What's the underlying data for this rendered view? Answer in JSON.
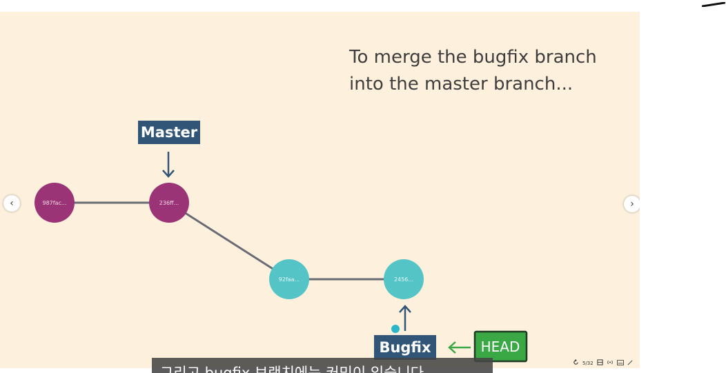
{
  "slide": {
    "caption_line1": "To merge the bugfix branch",
    "caption_line2": "into the master branch...",
    "colors": {
      "background": "#fdf0dc",
      "master_commit": "#9b3377",
      "bugfix_commit": "#54c4c7",
      "label_box": "#305577",
      "head_box": "#39a845",
      "head_arrow": "#39a845",
      "edge": "#686a74"
    }
  },
  "diagram": {
    "commits": [
      {
        "id": "c1",
        "label": "987fac...",
        "branch": "master"
      },
      {
        "id": "c2",
        "label": "236ff...",
        "branch": "master"
      },
      {
        "id": "c3",
        "label": "92faa...",
        "branch": "bugfix"
      },
      {
        "id": "c4",
        "label": "2456...",
        "branch": "bugfix"
      }
    ],
    "labels": {
      "master": "Master",
      "bugfix": "Bugfix",
      "head": "HEAD"
    }
  },
  "subtitle": {
    "text": "그리고 bugfix 브랜치에는 커밋이 있습니다"
  },
  "controls": {
    "refresh_icon": "refresh-icon",
    "page_indicator": "5/32",
    "grid_icon": "grid-icon",
    "broadcast_icon": "broadcast-icon",
    "captions_icon": "captions-icon",
    "collapse_icon": "collapse-icon"
  },
  "nav": {
    "prev_glyph": "‹",
    "next_glyph": "›"
  }
}
